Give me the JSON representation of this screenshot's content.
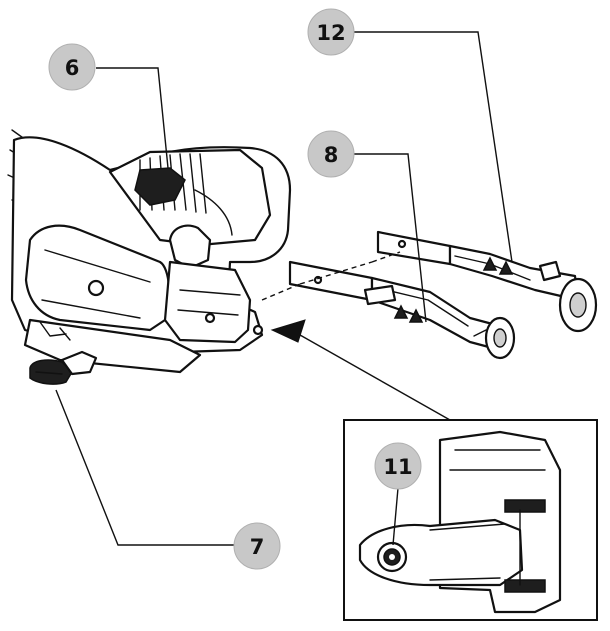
{
  "callouts": [
    {
      "id": "c6",
      "label": "6"
    },
    {
      "id": "c7",
      "label": "7"
    },
    {
      "id": "c8",
      "label": "8"
    },
    {
      "id": "c11",
      "label": "11"
    },
    {
      "id": "c12",
      "label": "12"
    }
  ],
  "colors": {
    "badge": "#c8c8c8",
    "ink": "#111111",
    "background": "#ffffff"
  }
}
